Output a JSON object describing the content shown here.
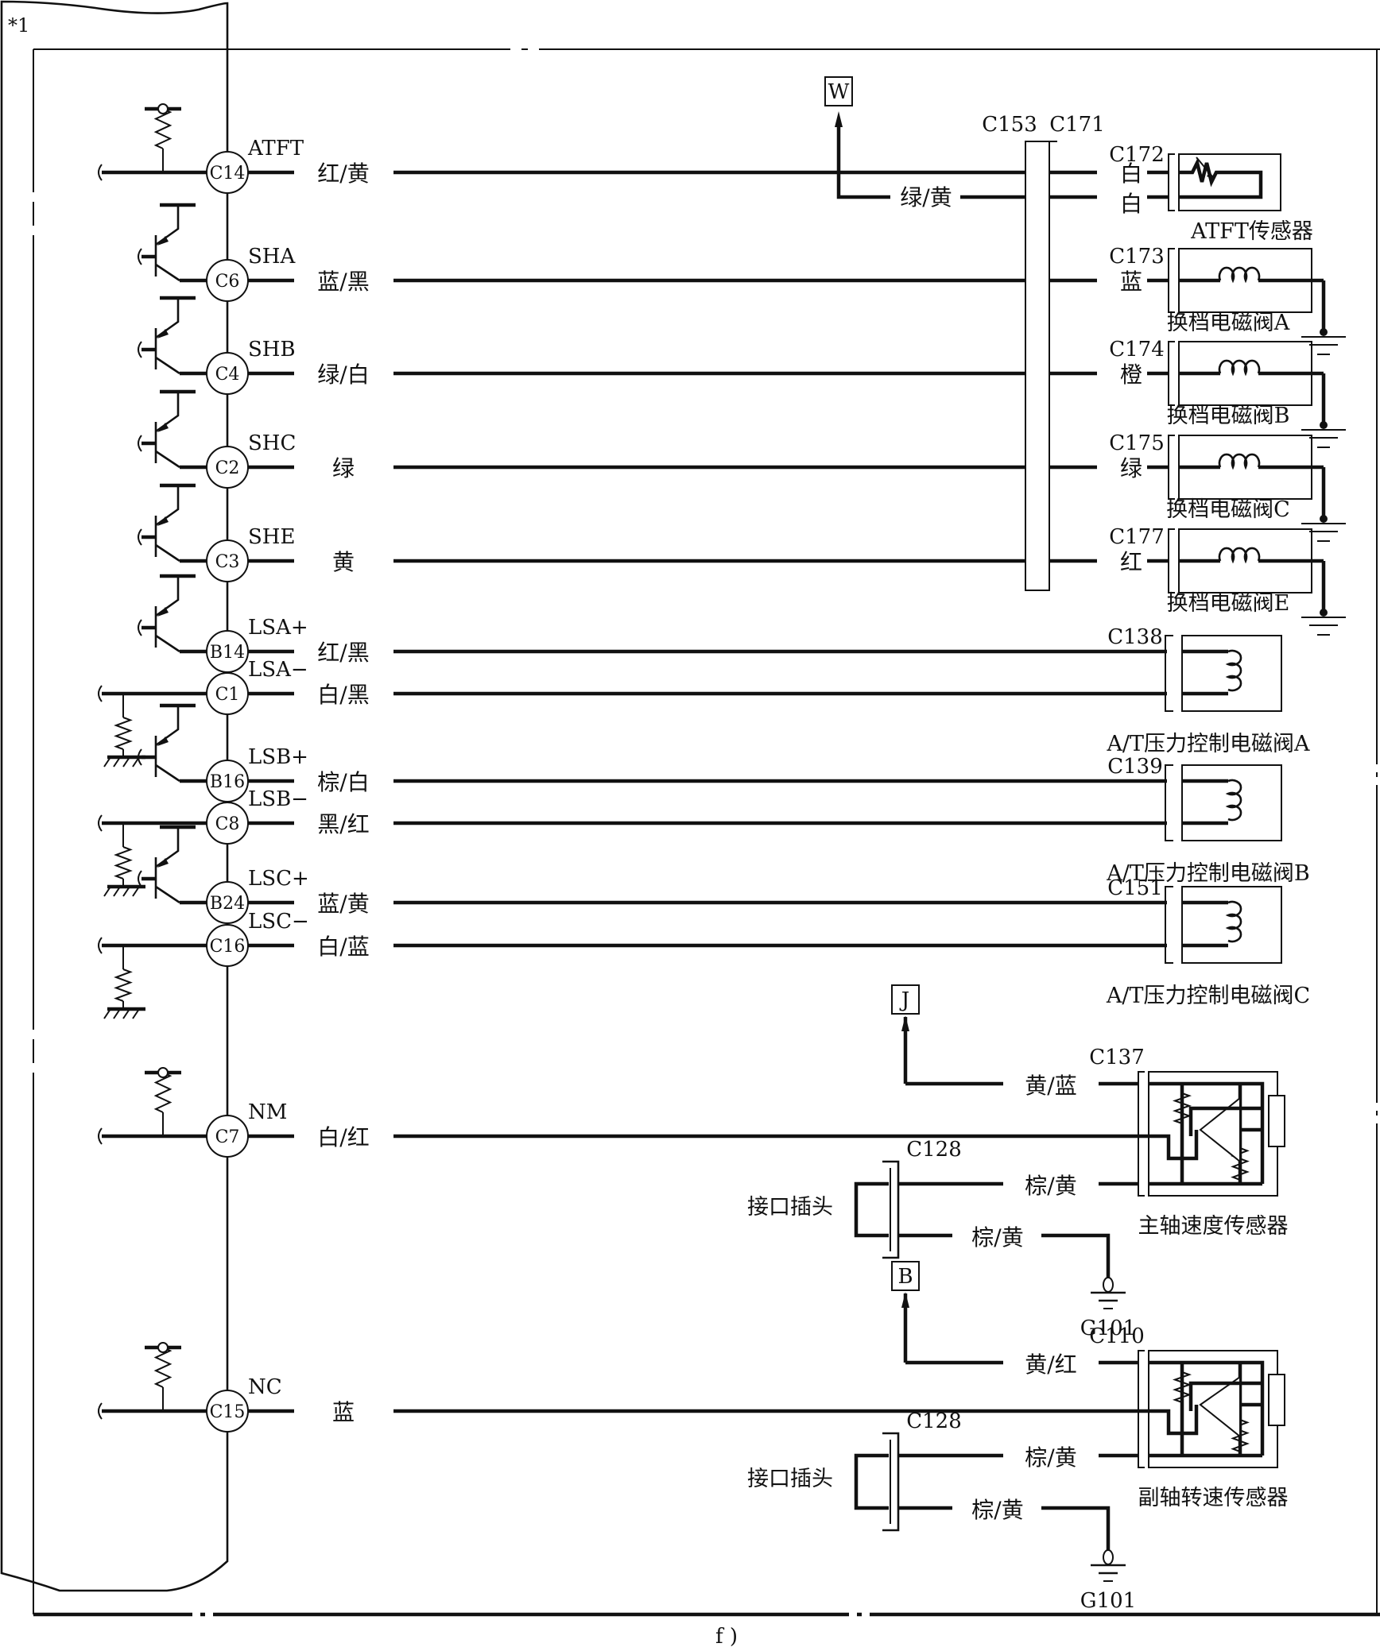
{
  "diagram": {
    "module_note": "*1",
    "figure_label": "f )",
    "pins": [
      {
        "pin": "C14",
        "signal": "ATFT",
        "wire_color": "红/黄",
        "driver": "pullup"
      },
      {
        "pin": "C6",
        "signal": "SHA",
        "wire_color": "蓝/黑",
        "driver": "transistor"
      },
      {
        "pin": "C4",
        "signal": "SHB",
        "wire_color": "绿/白",
        "driver": "transistor"
      },
      {
        "pin": "C2",
        "signal": "SHC",
        "wire_color": "绿",
        "driver": "transistor"
      },
      {
        "pin": "C3",
        "signal": "SHE",
        "wire_color": "黄",
        "driver": "transistor"
      },
      {
        "pin": "B14",
        "signal": "LSA+",
        "wire_color": "红/黑",
        "driver": "transistor"
      },
      {
        "pin": "C1",
        "signal": "LSA−",
        "wire_color": "白/黑",
        "driver": "pulldown"
      },
      {
        "pin": "B16",
        "signal": "LSB+",
        "wire_color": "棕/白",
        "driver": "transistor"
      },
      {
        "pin": "C8",
        "signal": "LSB−",
        "wire_color": "黑/红",
        "driver": "pulldown"
      },
      {
        "pin": "B24",
        "signal": "LSC+",
        "wire_color": "蓝/黄",
        "driver": "transistor"
      },
      {
        "pin": "C16",
        "signal": "LSC−",
        "wire_color": "白/蓝",
        "driver": "pulldown"
      },
      {
        "pin": "C7",
        "signal": "NM",
        "wire_color": "白/红",
        "driver": "pullup"
      },
      {
        "pin": "C15",
        "signal": "NC",
        "wire_color": "蓝",
        "driver": "pullup"
      }
    ],
    "junction_connectors": {
      "left": "C153",
      "right": "C171"
    },
    "atft_sensor": {
      "connector": "C172",
      "wire_colors": [
        "白",
        "白"
      ],
      "label": "ATFT传感器",
      "return_wire": "绿/黄",
      "ref_box": "W"
    },
    "shift_solenoids": [
      {
        "connector": "C173",
        "wire_color": "蓝",
        "label": "换档电磁阀A"
      },
      {
        "connector": "C174",
        "wire_color": "橙",
        "label": "换档电磁阀B"
      },
      {
        "connector": "C175",
        "wire_color": "绿",
        "label": "换档电磁阀C"
      },
      {
        "connector": "C177",
        "wire_color": "红",
        "label": "换档电磁阀E"
      }
    ],
    "pressure_solenoids": [
      {
        "connector": "C138",
        "label": "A/T压力控制电磁阀A"
      },
      {
        "connector": "C139",
        "label": "A/T压力控制电磁阀B"
      },
      {
        "connector": "C151",
        "label": "A/T压力控制电磁阀C"
      }
    ],
    "speed_sensors": [
      {
        "connector": "C137",
        "label": "主轴速度传感器",
        "supply_wire": "黄/蓝",
        "ref_box": "J",
        "plug_connector": "C128",
        "plug_label": "接口插头",
        "ground_wires": [
          "棕/黄",
          "棕/黄"
        ],
        "ground": "G101"
      },
      {
        "connector": "C110",
        "label": "副轴转速传感器",
        "supply_wire": "黄/红",
        "ref_box": "B",
        "plug_connector": "C128",
        "plug_label": "接口插头",
        "ground_wires": [
          "棕/黄",
          "棕/黄"
        ],
        "ground": "G101"
      }
    ]
  }
}
